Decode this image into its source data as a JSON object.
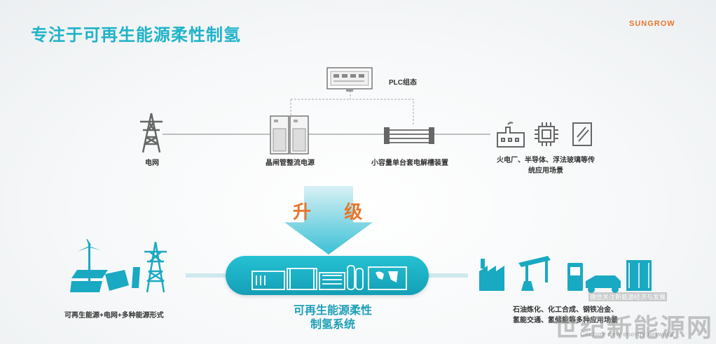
{
  "header": {
    "title": "专注于可再生能源柔性制氢",
    "logo": "SUNGROW"
  },
  "top_flow": {
    "plc": "PLC组态",
    "grid": "电网",
    "thyristor": "晶闸管整流电源",
    "electrolyzer": "小容量单台套电解槽装置",
    "apps_line1": "火电厂、半导体、浮法玻璃等传",
    "apps_line2": "统应用场景"
  },
  "upgrade": "升 级",
  "bottom_flow": {
    "sources": "可再生能源+电网+多种能源形式",
    "system_line1": "可再生能源柔性",
    "system_line2": "制氢系统",
    "apps_line1": "石油炼化、化工合成、钢铁冶金、",
    "apps_line2": "氢能交通、氢储能等多种应用场景"
  },
  "watermark": {
    "line1": "微信关注新能源经济与发展",
    "line2": "世纪新能源网",
    "line3": "Century new energy network"
  },
  "colors": {
    "accent": "#1fb3c9",
    "brand": "#e8762c",
    "icon_gray": "#666666"
  }
}
